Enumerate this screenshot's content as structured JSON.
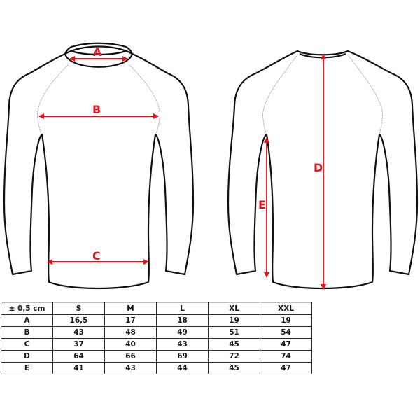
{
  "diagram": {
    "front_view": {
      "labels": {
        "A": "A",
        "B": "B",
        "C": "C"
      }
    },
    "back_view": {
      "labels": {
        "D": "D",
        "E": "E"
      }
    },
    "colors": {
      "outline": "#111111",
      "arrow": "#e3121b",
      "seam": "#888888"
    }
  },
  "size_table": {
    "header": [
      "± 0,5 cm",
      "S",
      "M",
      "L",
      "XL",
      "XXL"
    ],
    "rows": [
      {
        "label": "A",
        "values": [
          "16,5",
          "17",
          "18",
          "19",
          "19"
        ]
      },
      {
        "label": "B",
        "values": [
          "43",
          "48",
          "49",
          "51",
          "54"
        ]
      },
      {
        "label": "C",
        "values": [
          "37",
          "40",
          "43",
          "45",
          "47"
        ]
      },
      {
        "label": "D",
        "values": [
          "64",
          "66",
          "69",
          "72",
          "74"
        ]
      },
      {
        "label": "E",
        "values": [
          "41",
          "43",
          "44",
          "45",
          "47"
        ]
      }
    ]
  }
}
